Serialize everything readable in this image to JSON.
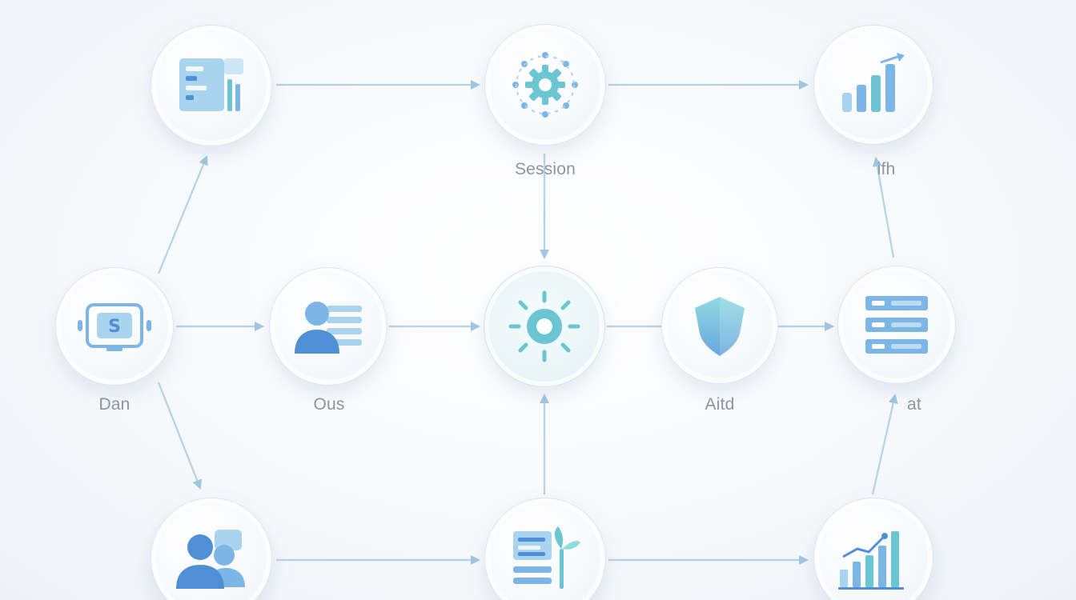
{
  "labels": {
    "session": "Session",
    "ifh": "ifh",
    "dan": "Dan",
    "ous": "Ous",
    "aitd": "Aitd",
    "at": "at"
  },
  "colors": {
    "icon_light": "#a9d4ef",
    "icon_mid": "#7bb6e6",
    "icon_deep": "#4f8fd6",
    "icon_teal": "#6cc5d3",
    "arrow": "#9fc6e2",
    "label": "#8a94a2"
  },
  "icons": {
    "dashboard": "dashboard-icon",
    "gear_network": "gear-network-icon",
    "growth_chart": "growth-chart-icon",
    "monitor": "monitor-icon",
    "user_list": "user-list-icon",
    "hub_sun": "hub-sun-icon",
    "shield": "shield-icon",
    "server": "server-icon",
    "user_group": "user-group-icon",
    "document_plant": "document-plant-icon",
    "bar_chart": "bar-chart-icon"
  }
}
